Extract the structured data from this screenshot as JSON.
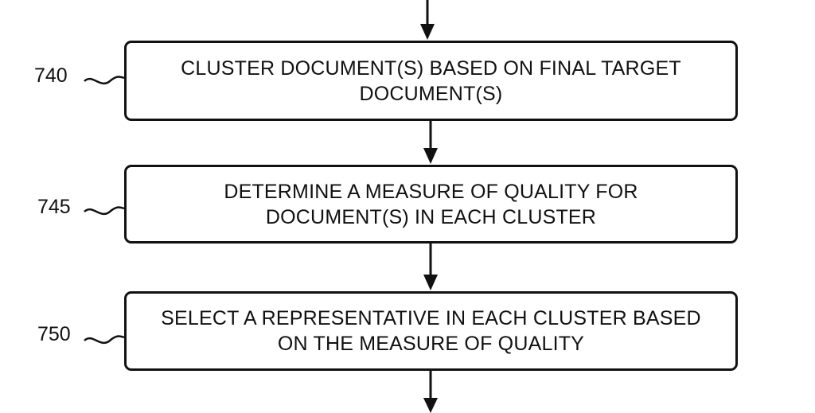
{
  "steps": [
    {
      "ref": "740",
      "line1": "CLUSTER DOCUMENT(S) BASED ON FINAL TARGET",
      "line2": "DOCUMENT(S)"
    },
    {
      "ref": "745",
      "line1": "DETERMINE A MEASURE OF QUALITY FOR",
      "line2": "DOCUMENT(S) IN EACH CLUSTER"
    },
    {
      "ref": "750",
      "line1": "SELECT A REPRESENTATIVE IN EACH CLUSTER BASED",
      "line2": "ON THE MEASURE OF QUALITY"
    }
  ]
}
